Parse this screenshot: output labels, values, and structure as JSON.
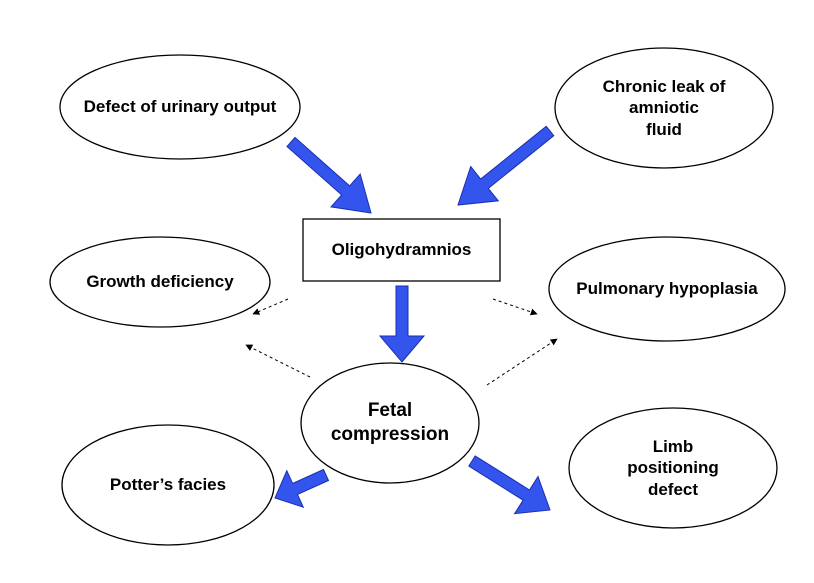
{
  "colors": {
    "arrow_fill": "#3355ee",
    "stroke": "#000000",
    "background": "#ffffff"
  },
  "nodes": {
    "urinary": "Defect of urinary output",
    "leak": [
      "Chronic leak of",
      "amniotic",
      "fluid"
    ],
    "oligo": "Oligohydramnios",
    "growth": "Growth deficiency",
    "pulmonary": "Pulmonary hypoplasia",
    "fetal": [
      "Fetal",
      "compression"
    ],
    "potter": "Potter’s facies",
    "limb": [
      "Limb",
      "positioning",
      "defect"
    ]
  }
}
